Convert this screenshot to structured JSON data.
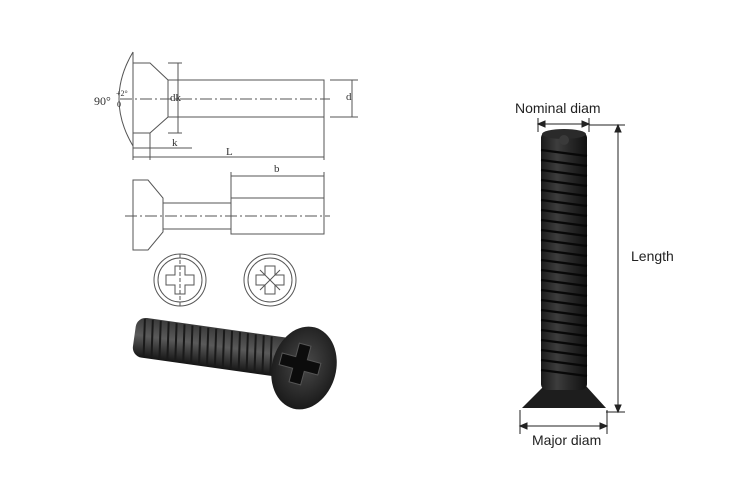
{
  "drawing": {
    "angle_label": "90°",
    "angle_tol_plus": "+2°",
    "angle_tol_zero": "0",
    "dk_label": "dk",
    "d_label": "d",
    "k_label": "k",
    "L_label": "L",
    "b_label": "b"
  },
  "photo_labels": {
    "nominal": "Nominal diam",
    "length": "Length",
    "major": "Major diam"
  }
}
